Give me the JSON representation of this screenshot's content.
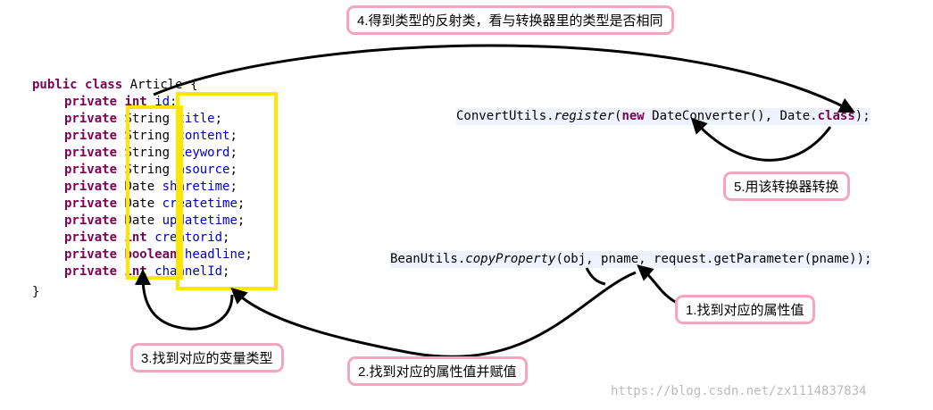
{
  "class_decl": {
    "kw1": "public",
    "kw2": "class",
    "name": "Article",
    "brace": "{"
  },
  "fields": [
    {
      "mod": "private",
      "type": "int",
      "kwtype": true,
      "name": "id"
    },
    {
      "mod": "private",
      "type": "String",
      "kwtype": false,
      "name": "title"
    },
    {
      "mod": "private",
      "type": "String",
      "kwtype": false,
      "name": "content"
    },
    {
      "mod": "private",
      "type": "String",
      "kwtype": false,
      "name": "keyword"
    },
    {
      "mod": "private",
      "type": "String",
      "kwtype": false,
      "name": "asource"
    },
    {
      "mod": "private",
      "type": "Date",
      "kwtype": false,
      "name": "sharetime"
    },
    {
      "mod": "private",
      "type": "Date",
      "kwtype": false,
      "name": "createtime"
    },
    {
      "mod": "private",
      "type": "Date",
      "kwtype": false,
      "name": "updatetime"
    },
    {
      "mod": "private",
      "type": "int",
      "kwtype": true,
      "name": "creatorid"
    },
    {
      "mod": "private",
      "type": "boolean",
      "kwtype": true,
      "name": "headline"
    },
    {
      "mod": "private",
      "type": "int",
      "kwtype": true,
      "name": "channelId"
    }
  ],
  "closing_brace": "}",
  "convert_line": {
    "obj": "ConvertUtils.",
    "method": "register",
    "open": "(",
    "kw_new": "new",
    "rest": " DateConverter(), Date.",
    "kw_class": "class",
    "end": ");"
  },
  "bean_line": {
    "obj": "BeanUtils.",
    "method": "copyProperty",
    "args": "(obj, pname, request.getParameter(pname));"
  },
  "labels": {
    "step1": "1.找到对应的属性值",
    "step2": "2.找到对应的属性值并赋值",
    "step3": "3.找到对应的变量类型",
    "step4": "4.得到类型的反射类，看与转换器里的类型是否相同",
    "step5": "5.用该转换器转换"
  },
  "watermark": "https://blog.csdn.net/zx1114837834",
  "colors": {
    "keyword": "#7f0055",
    "field": "#0000c0",
    "highlight_box": "#ffe600",
    "label_border": "#f3a6c0"
  }
}
